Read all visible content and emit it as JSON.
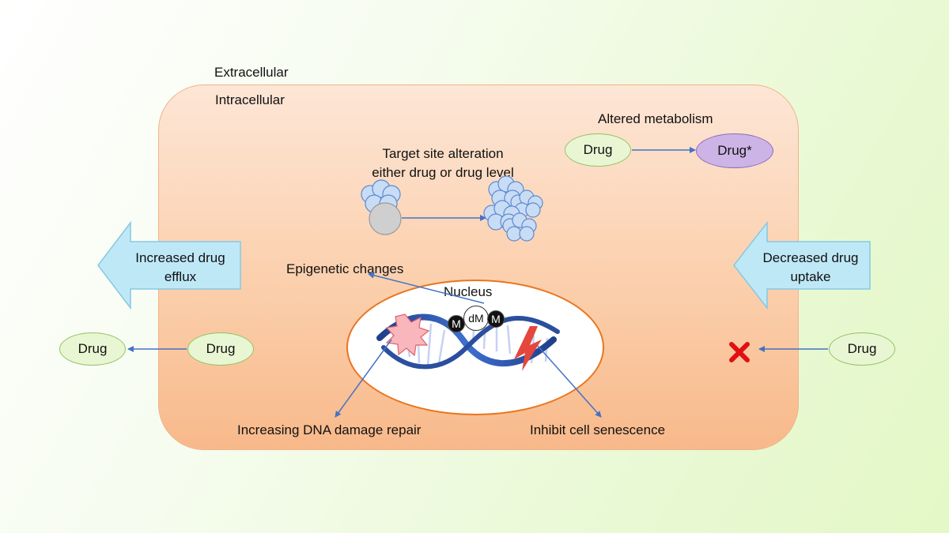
{
  "labels": {
    "extracellular": "Extracellular",
    "intracellular": "Intracellular",
    "altered_metabolism": "Altered metabolism",
    "target_site_line1": "Target site alteration",
    "target_site_line2": "either drug or drug level",
    "increased_efflux_line1": "Increased drug",
    "increased_efflux_line2": "efflux",
    "decreased_uptake_line1": "Decreased drug",
    "decreased_uptake_line2": "uptake",
    "epigenetic": "Epigenetic changes",
    "nucleus": "Nucleus",
    "dna_repair": "Increasing DNA damage repair",
    "senescence": "Inhibit cell senescence"
  },
  "ovals": {
    "metab_drug": "Drug",
    "metab_drug_star": "Drug*",
    "efflux_outside": "Drug",
    "efflux_inside": "Drug",
    "uptake_outside": "Drug"
  },
  "methylation": {
    "m_left": "M",
    "dm": "dM",
    "m_right": "M"
  },
  "icons": {
    "blocked": "x-cross-icon",
    "cloud": "cloud-cluster-icon",
    "dna": "dna-helix-icon",
    "damage": "starburst-icon",
    "lightning": "lightning-icon"
  },
  "colors": {
    "cell_fill": "#fbcfac",
    "nucleus_border": "#e9751f",
    "arrow_blue": "#4472c4",
    "block_arrow": "#bfe8f7",
    "drug_green": "#e9f6d4",
    "drug_purple": "#cdb4e6",
    "cross_red": "#e01010"
  }
}
